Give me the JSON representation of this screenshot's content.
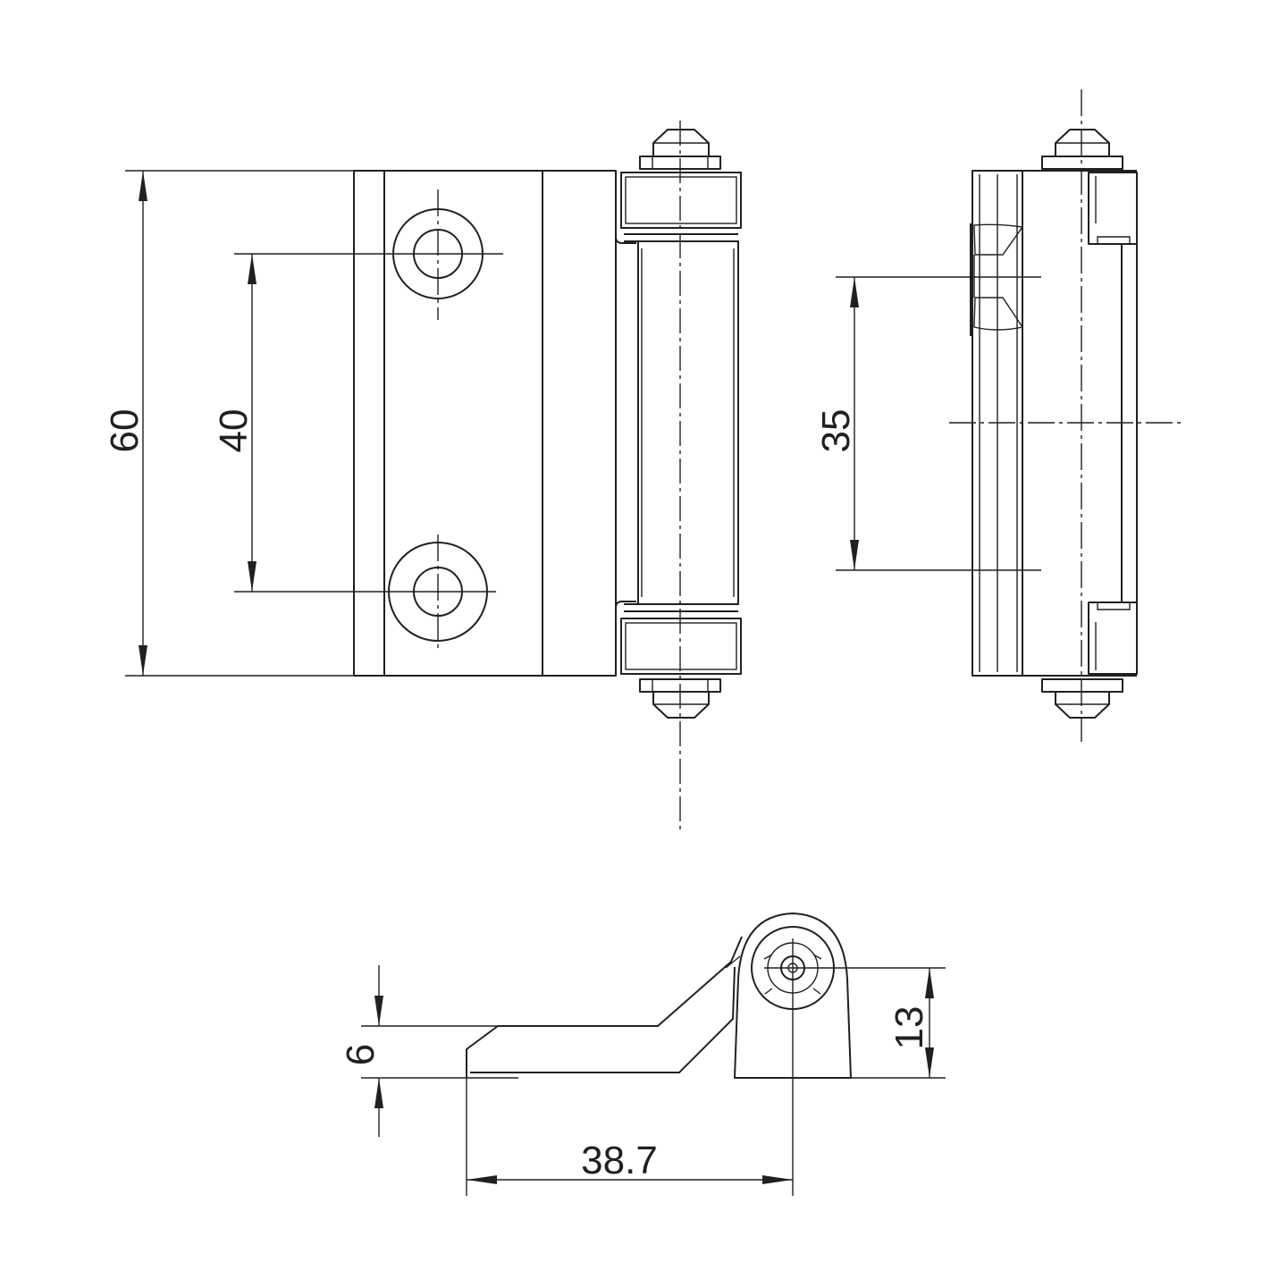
{
  "dimensions": {
    "front_height": "60",
    "hole_pitch": "40",
    "side_hole_pitch": "35",
    "leaf_thickness": "6",
    "knuckle_height": "13",
    "pin_offset": "38.7"
  }
}
